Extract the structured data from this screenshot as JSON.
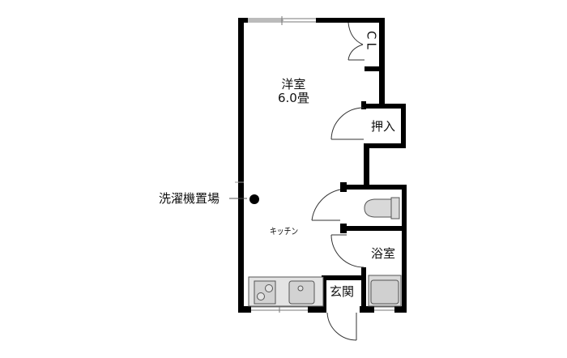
{
  "floor_plan": {
    "rooms": {
      "western_room": {
        "name": "洋室",
        "size": "6.0畳"
      },
      "closet": {
        "name": "CL"
      },
      "oshiire": {
        "name": "押入"
      },
      "kitchen": {
        "name": "キッチン"
      },
      "bathroom": {
        "name": "浴室"
      },
      "entrance": {
        "name": "玄関"
      }
    },
    "annotations": {
      "washer_space": "洗濯機置場"
    },
    "colors": {
      "wall": "#000000",
      "fixture_fill": "#d9d9d9",
      "fixture_stroke": "#555555",
      "line": "#333333"
    }
  }
}
